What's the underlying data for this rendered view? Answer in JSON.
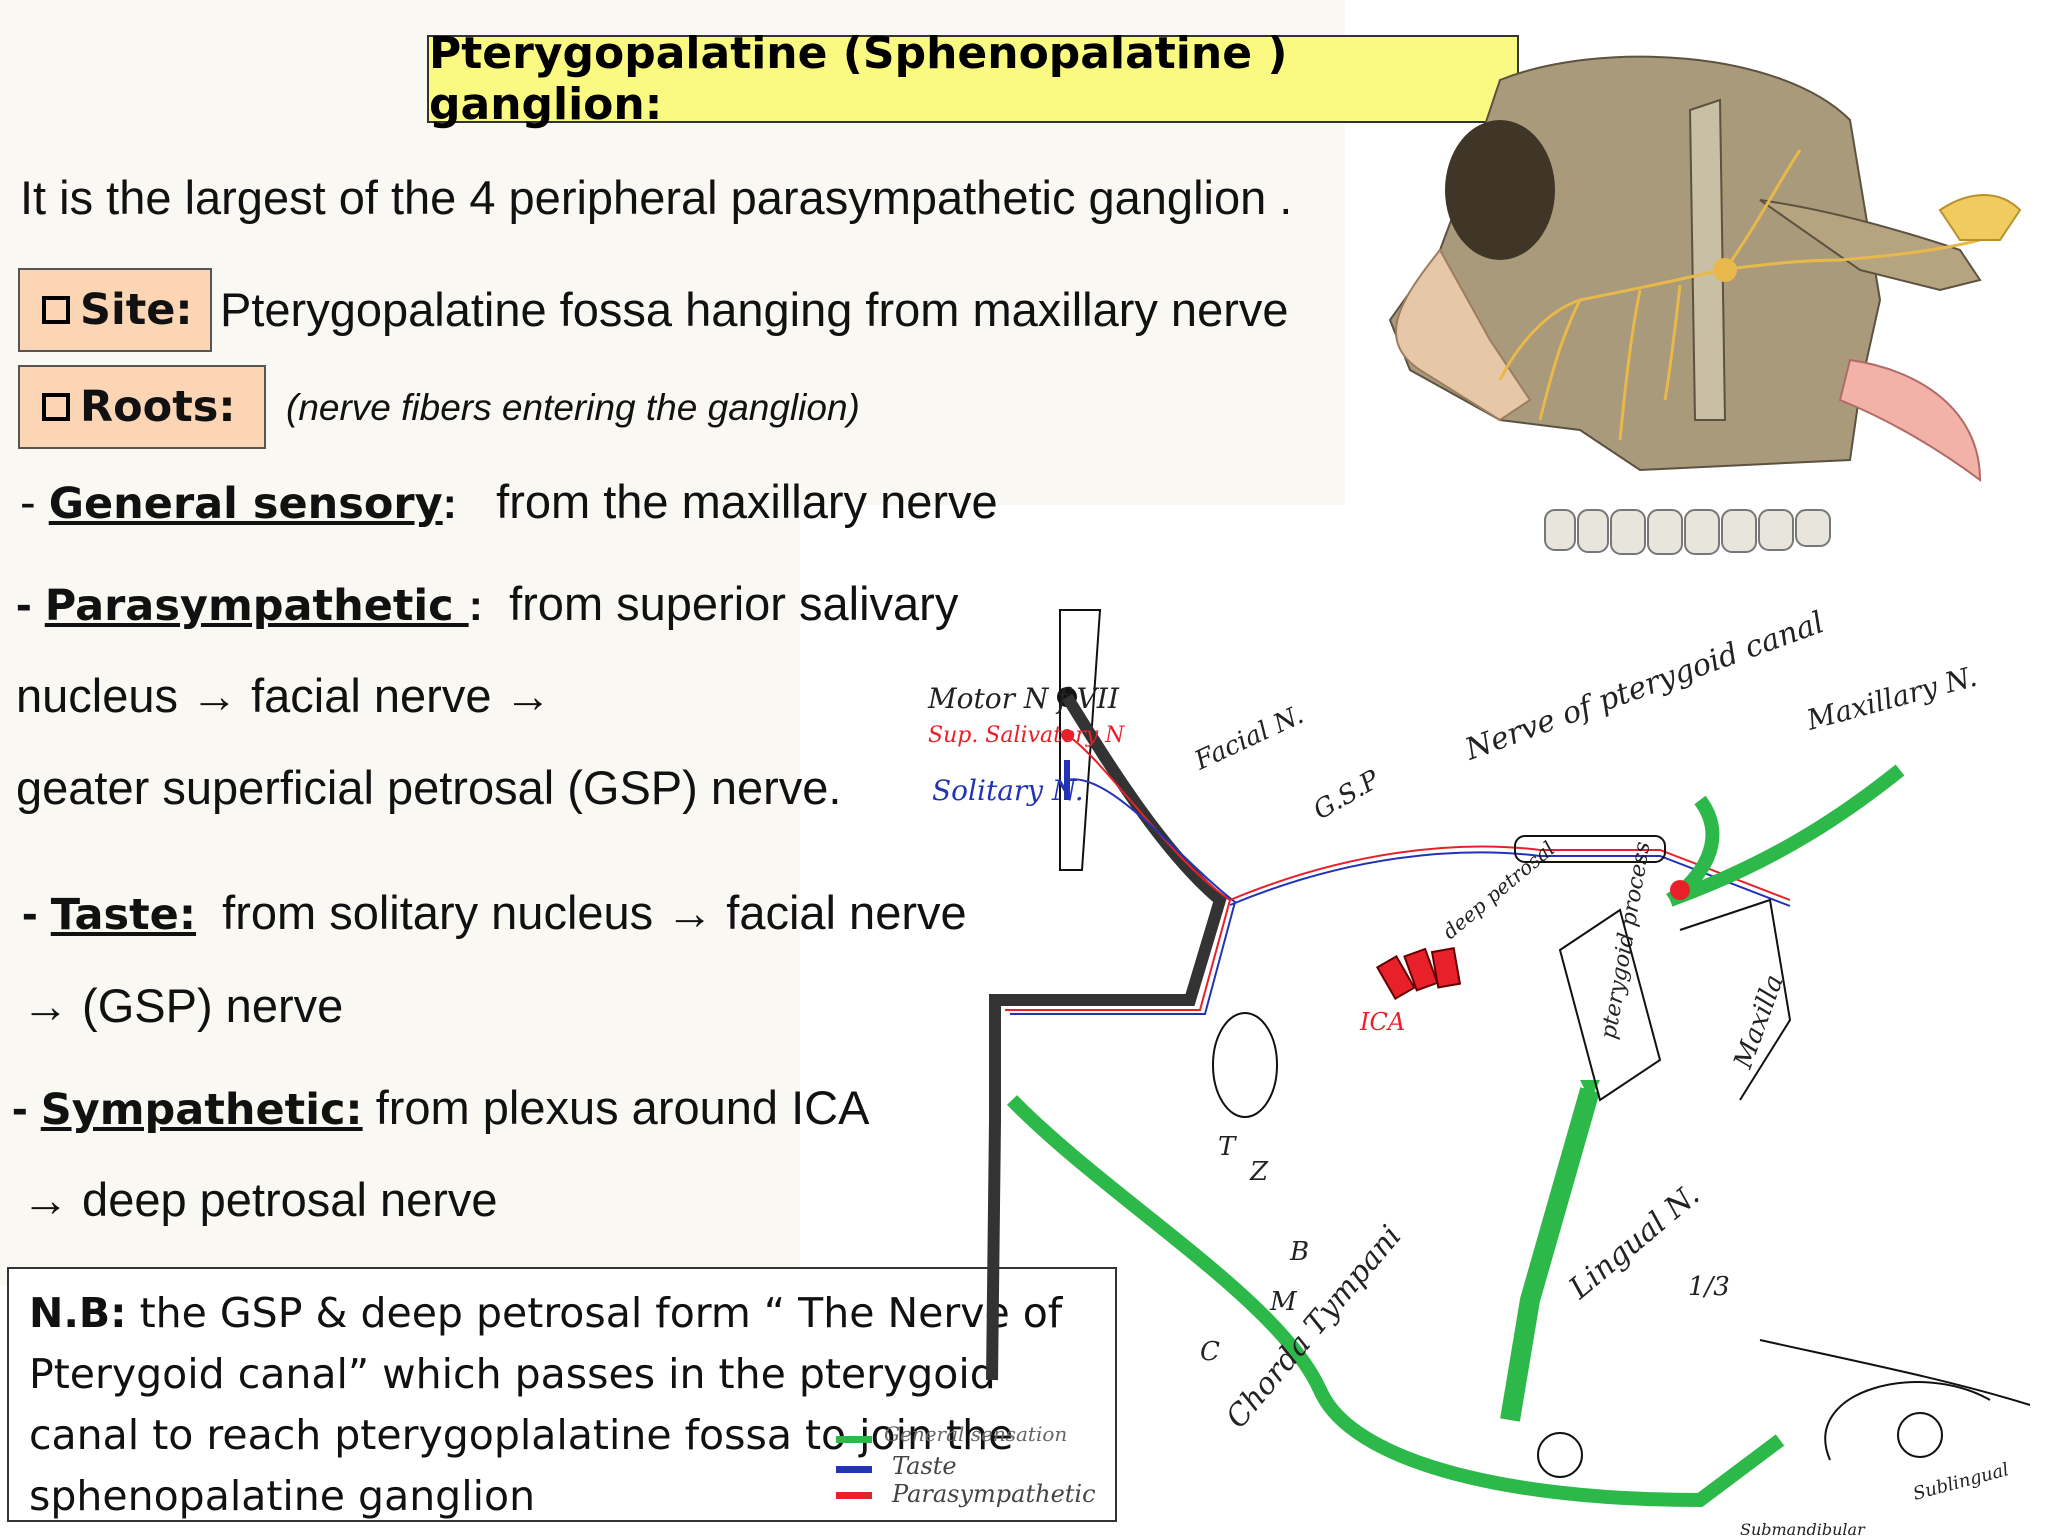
{
  "title": "Pterygopalatine (Sphenopalatine ) ganglion:",
  "intro": "It is the largest of the 4 peripheral parasympathetic ganglion .",
  "site": {
    "label": "Site:",
    "text": "Pterygopalatine fossa hanging from maxillary nerve"
  },
  "roots": {
    "label": "Roots:",
    "note": "(nerve fibers entering the ganglion)"
  },
  "general_sensory": {
    "prefix": "- ",
    "head": "General sensory",
    "sep": ":",
    "text": "from the maxillary nerve"
  },
  "parasympathetic": {
    "prefix": "- ",
    "head": "Parasympathetic ",
    "sep": ":",
    "text": "from superior salivary",
    "line2": "nucleus → facial nerve →",
    "line3": "geater superficial petrosal  (GSP) nerve."
  },
  "taste": {
    "prefix": "- ",
    "head": "Taste:",
    "text": "from solitary nucleus → facial nerve",
    "line2": "→ (GSP) nerve"
  },
  "sympathetic": {
    "prefix": "- ",
    "head": "Sympathetic:",
    "text": "from plexus around ICA",
    "line2": "→ deep petrosal nerve"
  },
  "nb": {
    "label": "N.B:",
    "line1": " the GSP & deep petrosal  form “ The Nerve of",
    "line2": "Pterygoid canal” which passes in the pterygoid",
    "line3": "canal to reach pterygoplalatine fossa to  join the",
    "line4": "sphenopalatine ganglion"
  },
  "diagram_labels": {
    "motor": "Motor N f VII",
    "sup_salivatory": "Sup. Salivatory N",
    "solitary": "Solitary N.",
    "facial": "Facial N.",
    "gsp": "G.S.P",
    "nerve_pterygoid": "Nerve of pterygoid canal",
    "maxillary": "Maxillary N.",
    "deep_petrosal": "deep petrosal",
    "ica": "ICA",
    "pterygoid_process": "pterygoid process",
    "maxilla": "Maxilla",
    "t": "T",
    "z": "Z",
    "b": "B",
    "m": "M",
    "c": "C",
    "chorda_tympani": "Chorda Tympani",
    "lingual": "Lingual N.",
    "fraction": "1/3",
    "sublingual": "Sublingual",
    "submandibular": "Submandibular",
    "legend_sensation": "General sensation",
    "legend_taste": "Taste",
    "legend_para": "Parasympathetic"
  },
  "colors": {
    "green": "#2db84a",
    "red": "#e8202a",
    "blue": "#2333b5",
    "title_bg": "#fafa82",
    "tag_bg": "#fcd5b4"
  }
}
